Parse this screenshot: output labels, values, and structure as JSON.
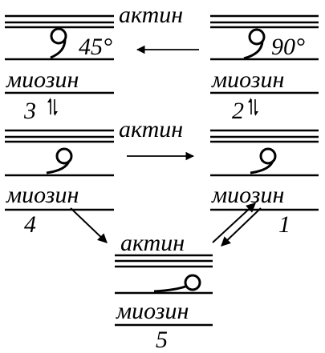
{
  "labels": {
    "actin": "актин",
    "myosin": "миозин"
  },
  "states": [
    {
      "id": "1",
      "label": "1"
    },
    {
      "id": "2",
      "label": "2",
      "angle": "90°"
    },
    {
      "id": "3",
      "label": "3",
      "angle": "45°"
    },
    {
      "id": "4",
      "label": "4"
    },
    {
      "id": "5",
      "label": "5"
    }
  ],
  "icons": [
    "double-arrow-icon",
    "arrow-icon",
    "myosin-head-icon"
  ],
  "colors": {
    "ink": "#000000",
    "background": "#ffffff"
  }
}
